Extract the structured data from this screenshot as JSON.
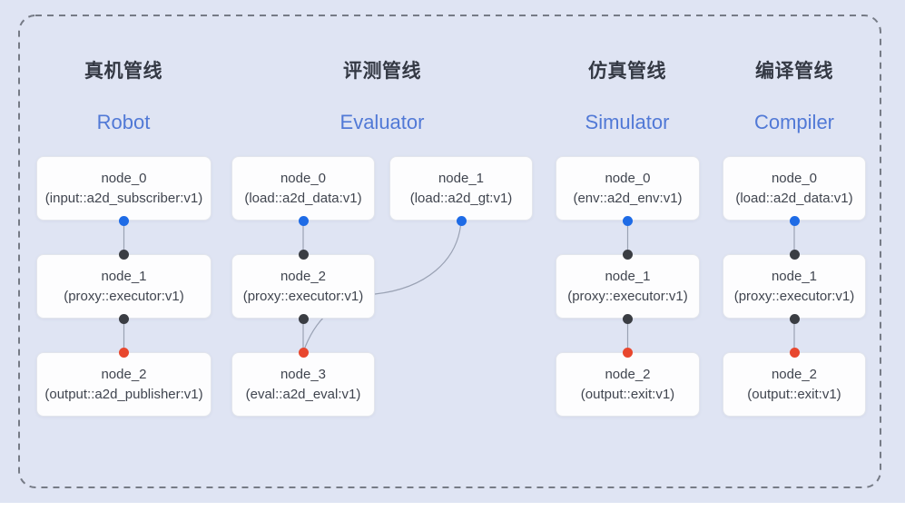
{
  "canvas": {
    "background_color": "#dfe4f3",
    "dashed_border_color": "#767b86",
    "edge_color": "#9aa2b4",
    "port_colors": {
      "source_blue": "#1e6be6",
      "mid_black": "#3a3d43",
      "sink_red": "#e8472e"
    },
    "title_zh_color": "#343944",
    "title_en_color": "#5179d6"
  },
  "pipelines": [
    {
      "title_zh": "真机管线",
      "title_en": "Robot",
      "nodes": [
        {
          "name": "node_0",
          "type": "(input::a2d_subscriber:v1)"
        },
        {
          "name": "node_1",
          "type": "(proxy::executor:v1)"
        },
        {
          "name": "node_2",
          "type": "(output::a2d_publisher:v1)"
        }
      ]
    },
    {
      "title_zh": "评测管线",
      "title_en": "Evaluator",
      "nodes": [
        {
          "name": "node_0",
          "type": "(load::a2d_data:v1)"
        },
        {
          "name": "node_1",
          "type": "(load::a2d_gt:v1)"
        },
        {
          "name": "node_2",
          "type": "(proxy::executor:v1)"
        },
        {
          "name": "node_3",
          "type": "(eval::a2d_eval:v1)"
        }
      ]
    },
    {
      "title_zh": "仿真管线",
      "title_en": "Simulator",
      "nodes": [
        {
          "name": "node_0",
          "type": "(env::a2d_env:v1)"
        },
        {
          "name": "node_1",
          "type": "(proxy::executor:v1)"
        },
        {
          "name": "node_2",
          "type": "(output::exit:v1)"
        }
      ]
    },
    {
      "title_zh": "编译管线",
      "title_en": "Compiler",
      "nodes": [
        {
          "name": "node_0",
          "type": "(load::a2d_data:v1)"
        },
        {
          "name": "node_1",
          "type": "(proxy::executor:v1)"
        },
        {
          "name": "node_2",
          "type": "(output::exit:v1)"
        }
      ]
    }
  ]
}
